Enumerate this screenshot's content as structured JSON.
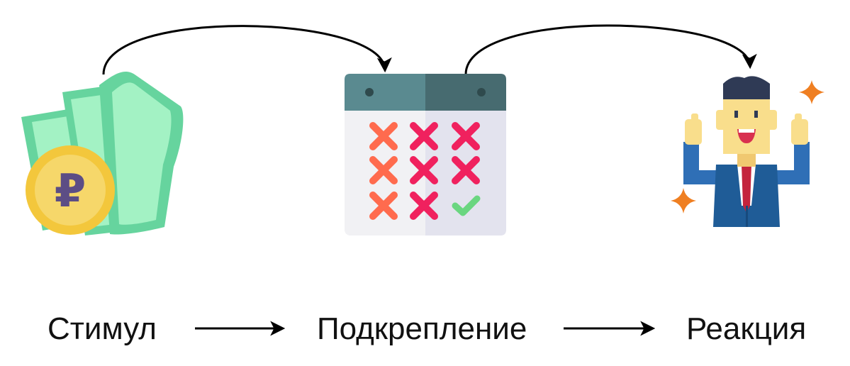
{
  "labels": {
    "stimulus": "Стимул",
    "reinforcement": "Подкрепление",
    "reaction": "Реакция"
  },
  "icons": {
    "stimulus": "money-icon",
    "reinforcement": "calendar-icon",
    "reaction": "happy-man-icon"
  },
  "calendar": {
    "marks": [
      "x",
      "x",
      "x",
      "x",
      "x",
      "x",
      "x",
      "x",
      "check"
    ]
  },
  "colors": {
    "bill_dark": "#66d49e",
    "bill_light": "#a3f2c4",
    "coin_outer": "#f3c73c",
    "coin_inner": "#f6d76a",
    "ruble_sign": "#5c4d85",
    "calendar_top_left": "#5a8a90",
    "calendar_top_right": "#476b70",
    "calendar_body_left": "#f1f1f4",
    "calendar_body_right": "#e3e3ee",
    "cross_orange": "#ff6b4e",
    "cross_pink": "#f0215e",
    "check_green": "#6ad680",
    "suit_blue": "#1f5c97",
    "sleeve_blue": "#2f6fb6",
    "skin": "#f9de8c",
    "hair": "#2f3a55",
    "tie": "#c4243d",
    "sparkle": "#ef7f22",
    "arrow": "#000000"
  }
}
